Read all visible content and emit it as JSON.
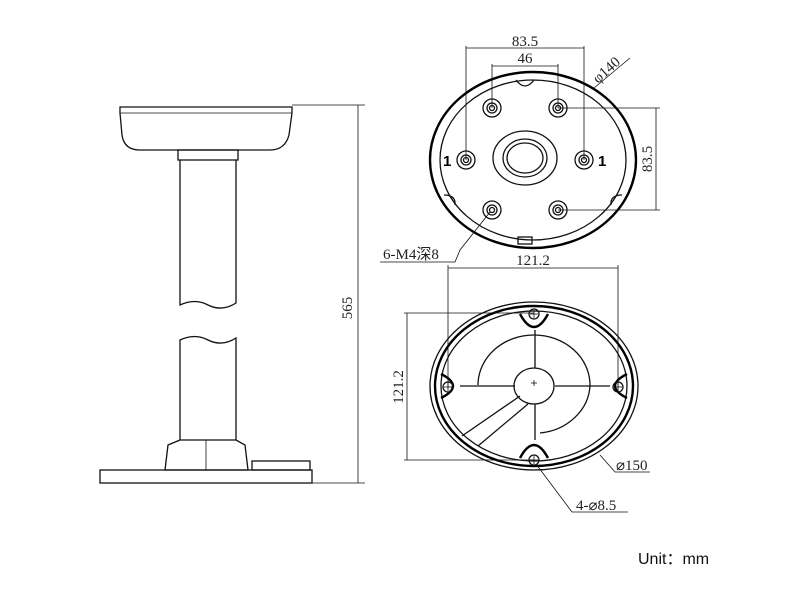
{
  "side_view": {
    "height_label": "565"
  },
  "top_view": {
    "outer_width_label": "83.5",
    "inner_width_label": "46",
    "diameter_label": "φ140",
    "vertical_label": "83.5",
    "hole_mark_left": "1",
    "hole_mark_right": "1",
    "screw_label": "6-M4深8"
  },
  "bottom_view": {
    "width_label": "121.2",
    "height_label": "121.2",
    "diameter_label": "⌀150",
    "holes_label": "4-⌀8.5"
  },
  "unit_label": "Unit：mm"
}
